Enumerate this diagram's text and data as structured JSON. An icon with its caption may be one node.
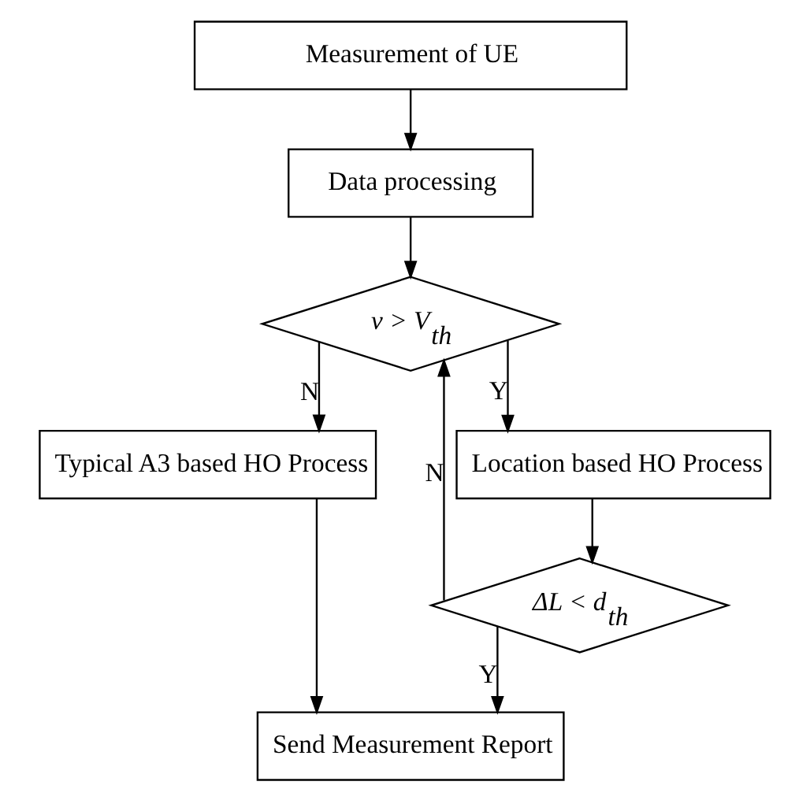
{
  "diagram": {
    "nodes": [
      {
        "text": [
          "Measurement of UE"
        ]
      },
      {
        "text": [
          "Data processing"
        ]
      },
      {
        "text": [
          "v > V$_{th}$"
        ]
      },
      {
        "text": [
          "Typical A3 based HO Process"
        ]
      },
      {
        "text": [
          "Location based HO Process"
        ]
      },
      {
        "text": [
          "ΔL < d$_{th}$"
        ]
      },
      {
        "text": [
          "Send Measurement Report"
        ]
      }
    ],
    "edges": [
      {
        "from": 0,
        "to": 1,
        "arrow": "to"
      },
      {
        "from": 1,
        "to": 2,
        "arrow": "to"
      },
      {
        "from": 2,
        "to": 3,
        "arrow": "to",
        "label": "N"
      },
      {
        "from": 2,
        "to": 4,
        "arrow": "to",
        "label": "Y"
      },
      {
        "from": 4,
        "to": 5,
        "arrow": "to"
      },
      {
        "from": 5,
        "to": 6,
        "arrow": "to",
        "label": "Y"
      },
      {
        "from": 3,
        "to": 6,
        "arrow": "to"
      },
      {
        "from": 5,
        "to": 2,
        "arrow": "to",
        "label": "N"
      }
    ]
  }
}
